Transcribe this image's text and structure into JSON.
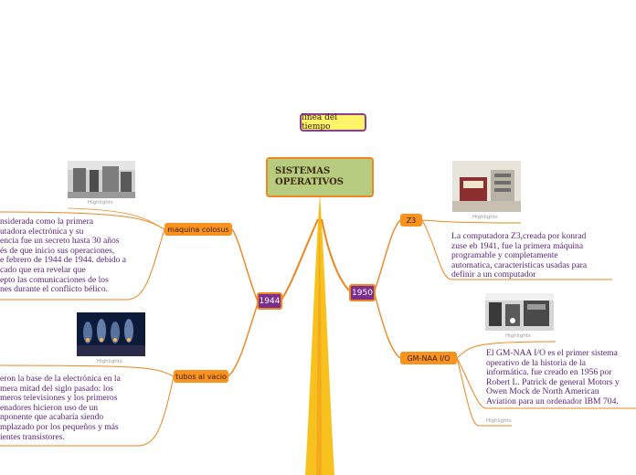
{
  "title": "linea del tiempo",
  "root": {
    "line1": "SISTEMAS",
    "line2": "OPERATIVOS"
  },
  "years": {
    "y1944": "1944",
    "y1950": "1950"
  },
  "topics": {
    "maquina": "maquina colosus",
    "tubos": "tubos al vacio",
    "z3": "Z3",
    "gmnaa": "GM-NAA I/O"
  },
  "highlights_label": "Highlights",
  "texts": {
    "maquina": [
      "nsiderada como la primera",
      "utadora electrónica y su",
      "encia fue un secreto hasta 30 años",
      "és de que inicio sus operaciones,",
      "e febrero de 1944 de 1944. debido a",
      "cado que era revelar que",
      "epto las comunicaciones de los",
      "nes durante el conflicto bélico."
    ],
    "tubos": [
      "eron la base de la electrónica en la",
      "mera mitad del siglo pasado: los",
      "meros televisiones y los primeros",
      "enadores hicieron uso de un",
      "nponente que acabaría siendo",
      "mplazado por los pequeños y más",
      "ientes transistores."
    ],
    "z3": [
      "La computadora Z3,creada por konrad",
      "zuse eb 1941, fue la primera máquina",
      "programable y completamente",
      "automatica, caracteristicas usadas para",
      "definir a un computador"
    ],
    "gmnaa": [
      "El GM-NAA I/O es el primer sistema",
      "operativo de la historia de la",
      "informática. fue creado en 1956 por",
      "Robert L. Patrick de general Motors y",
      "Owen Mock de North American",
      "Aviation para un ordenador IBM 704."
    ]
  },
  "colors": {
    "trunk": "#f7c21e",
    "branch": "#f0861f",
    "year_fill": "#7a2e8e",
    "topic_fill": "#f7931e",
    "root_fill": "#b7cc7e",
    "title_fill": "#fff46a",
    "text": "#5a1f7a"
  }
}
